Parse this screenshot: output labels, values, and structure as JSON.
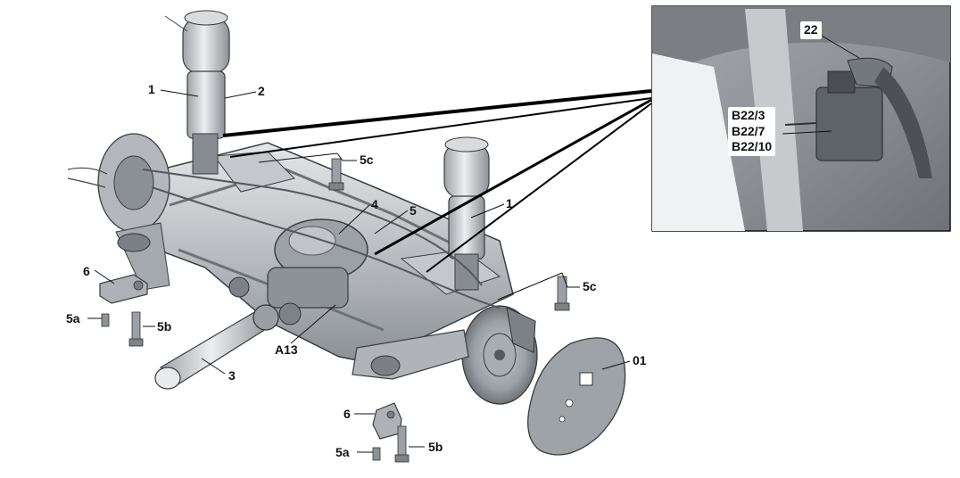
{
  "colors": {
    "line": "#111111",
    "metal_light": "#d2d4d7",
    "metal_mid": "#a9adb2",
    "metal_dark": "#6d7277",
    "inset_bg": "#8f9398"
  },
  "callouts": {
    "c1_left": "1",
    "c2": "2",
    "c5c_top": "5c",
    "c4": "4",
    "c5": "5",
    "c1_right": "1",
    "c6_left": "6",
    "c5a_left": "5a",
    "c5b_left": "5b",
    "c3": "3",
    "cA13": "A13",
    "c5c_right": "5c",
    "c01": "01",
    "c6_bottom": "6",
    "c5a_bottom": "5a",
    "c5b_bottom": "5b"
  },
  "inset": {
    "c22": "22",
    "sensor_lines": [
      "B22/3",
      "B22/7",
      "B22/10"
    ]
  }
}
